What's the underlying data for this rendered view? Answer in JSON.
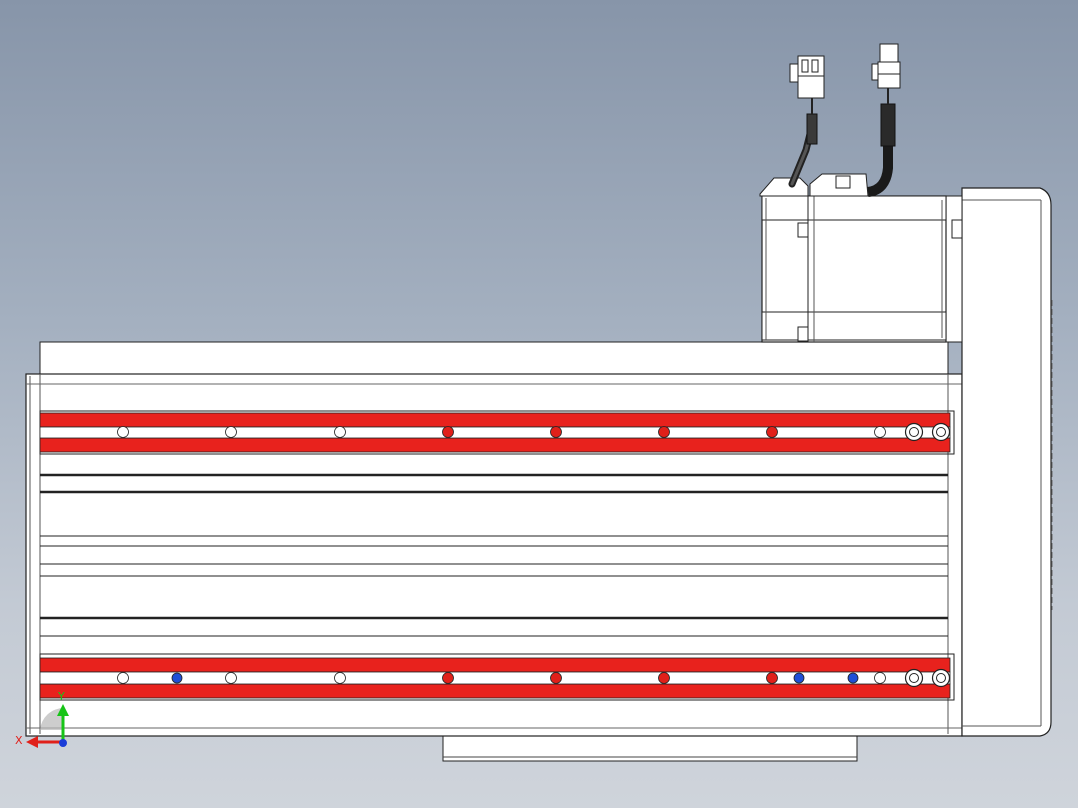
{
  "triad": {
    "x_label": "X",
    "y_label": "Y",
    "x_color": "#e0201a",
    "y_color": "#17c417",
    "z_color": "#1a3cd8"
  },
  "colors": {
    "body_fill": "#ffffff",
    "edge": "#1a1a1a",
    "slot_red": "#e8221d",
    "hole_red": "#e0201a",
    "hole_blue": "#1f4fd6",
    "cable": "#2a2a2a"
  },
  "top_slot_holes": [
    "white",
    "white",
    "white",
    "red",
    "red",
    "red",
    "red",
    "white"
  ],
  "bottom_slot_holes": [
    "white",
    "blue",
    "white",
    "white",
    "red",
    "red",
    "red",
    "red",
    "blue",
    "blue",
    "white"
  ]
}
